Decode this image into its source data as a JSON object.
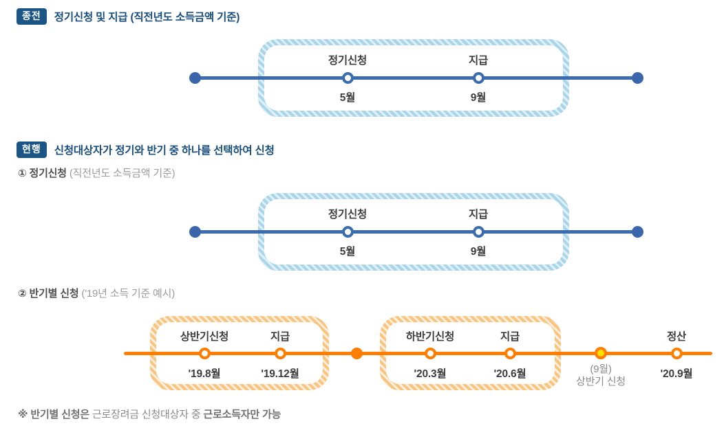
{
  "colors": {
    "badge_navy": "#1b5585",
    "title_navy": "#174e7e",
    "blue_line": "#3c6cb0",
    "blue_box_border": "#a9d5ea",
    "orange_line": "#ff7d00",
    "orange_box_border": "#f9c47e",
    "yellow_dot_fill": "#ffe100",
    "marker_text": "#3d3d3d",
    "gray_text": "#8a8a8a"
  },
  "section_old": {
    "badge": "종전",
    "title": "정기신청 및 지급 (직전년도 소득금액 기준)",
    "timeline": {
      "markers": [
        {
          "top": "정기신청",
          "bottom": "5월"
        },
        {
          "top": "지급",
          "bottom": "9월"
        }
      ]
    }
  },
  "section_current": {
    "badge": "현행",
    "title": "신청대상자가 정기와 반기 중 하나를 선택하여 신청",
    "sub_regular": {
      "heading": "① 정기신청",
      "note": "(직전년도 소득금액 기준)"
    },
    "regular_timeline": {
      "markers": [
        {
          "top": "정기신청",
          "bottom": "5월"
        },
        {
          "top": "지급",
          "bottom": "9월"
        }
      ]
    },
    "sub_half": {
      "heading": "② 반기별 신청",
      "note": "('19년 소득 기준 예시)"
    },
    "half_timeline": {
      "first_half_box": {
        "markers": [
          {
            "top": "상반기신청",
            "bottom": "'19.8월"
          },
          {
            "top": "지급",
            "bottom": "'19.12월"
          }
        ]
      },
      "second_half_box": {
        "markers": [
          {
            "top": "하반기신청",
            "bottom": "'20.3월"
          },
          {
            "top": "지급",
            "bottom": "'20.6월"
          }
        ]
      },
      "september_note": {
        "line1": "(9월)",
        "line2": "상반기 신청"
      },
      "settlement": {
        "top": "정산",
        "bottom": "'20.9월"
      }
    }
  },
  "footnote": {
    "lead": "※ 반기별 신청은",
    "middle": " 근로장려금 신청대상자 중 ",
    "emphasis": "근로소득자만 가능"
  }
}
